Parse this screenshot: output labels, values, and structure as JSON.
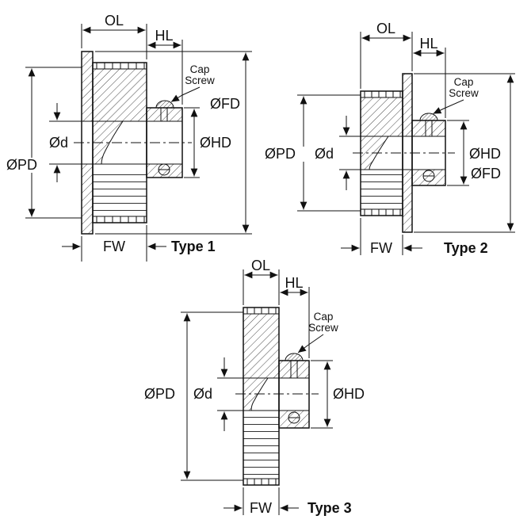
{
  "diagram": {
    "background": "#ffffff",
    "ink": "#111111",
    "accent": "#3434bb",
    "views": [
      {
        "name": "Type 1",
        "labels": {
          "ol": "OL",
          "hl": "HL",
          "cap_line1": "Cap",
          "cap_line2": "Screw",
          "fd": "ØFD",
          "hd": "ØHD",
          "pd": "ØPD",
          "bore": "Ød",
          "fw": "FW"
        }
      },
      {
        "name": "Type 2",
        "labels": {
          "ol": "OL",
          "hl": "HL",
          "cap_line1": "Cap",
          "cap_line2": "Screw",
          "fd": "ØFD",
          "hd": "ØHD",
          "pd": "ØPD",
          "bore": "Ød",
          "fw": "FW"
        }
      },
      {
        "name": "Type 3",
        "labels": {
          "ol": "OL",
          "hl": "HL",
          "cap_line1": "Cap",
          "cap_line2": "Screw",
          "hd": "ØHD",
          "pd": "ØPD",
          "bore": "Ød",
          "fw": "FW"
        }
      }
    ]
  }
}
